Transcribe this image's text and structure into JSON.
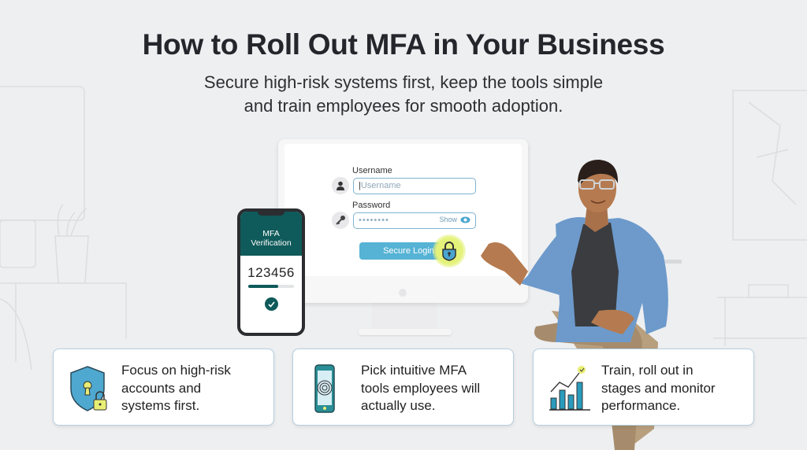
{
  "title": "How to Roll Out MFA in Your Business",
  "subtitle": [
    "Secure high-risk systems first, keep the tools simple",
    "and train employees for smooth adoption."
  ],
  "login": {
    "username_label": "Username",
    "username_placeholder": "Username",
    "password_label": "Password",
    "password_mask": "••••••••",
    "show_label": "Show",
    "button": "Secure Login"
  },
  "phone": {
    "header": [
      "MFA",
      "Verification"
    ],
    "code": "123456",
    "progress": 0.65
  },
  "cards": [
    {
      "icon": "shield-lock-icon",
      "text": [
        "Focus on high-risk",
        "accounts and",
        "systems first."
      ]
    },
    {
      "icon": "phone-fingerprint-icon",
      "text": [
        "Pick intuitive MFA",
        "tools employees will",
        "actually use."
      ]
    },
    {
      "icon": "bar-chart-growth-icon",
      "text": [
        "Train, roll out in",
        "stages and monitor",
        "performance."
      ]
    }
  ],
  "colors": {
    "teal": "#0f5a5a",
    "accent_blue": "#56b3d5",
    "lock_glow": "#e4f27a"
  }
}
